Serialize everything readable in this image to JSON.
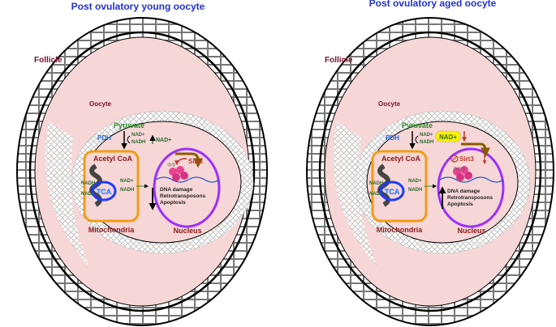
{
  "panels": {
    "young": {
      "title": "Post ovulatory young oocyte",
      "follicle": "Follicle",
      "oocyte": "Oocyte",
      "pyruvate": "Pyruvate",
      "pdh": "PDH",
      "nad_plus": "NAD+",
      "nadh": "NADH",
      "acetyl_coa": "Acetyl CoA",
      "tca": "TCA",
      "mitochondria": "Mitochondria",
      "nucleus": "Nucleus",
      "sirt3": "Sirt3",
      "effects": [
        "DNA damage",
        "Retrotransposons",
        "Apoptosis"
      ]
    },
    "aged": {
      "title": "Post ovulatory aged oocyte",
      "follicle": "Follicle",
      "oocyte": "Oocyte",
      "pyruvate": "Pyruvate",
      "pdh": "PDH",
      "nad_plus": "NAD+",
      "nadh": "NADH",
      "acetyl_coa": "Acetyl CoA",
      "tca": "TCA",
      "mitochondria": "Mitochondria",
      "nucleus": "Nucleus",
      "sirt3": "Sirt3",
      "effects": [
        "DNA damage",
        "Retrotransposons",
        "Apoptosis"
      ]
    }
  },
  "colors": {
    "title": "#2233cc",
    "follicle_label": "#7a1030",
    "oocyte_fill": "#f6d6d6",
    "pdh": "#1e66e0",
    "pyruvate": "#2a8a2a",
    "acetyl_coa": "#8a1a1a",
    "mito_border": "#f39c12",
    "nucleus_border": "#9b30ff",
    "sirt3": "#c0392b",
    "nad_highlight": "#fff200",
    "tca": "#3ab0ff"
  },
  "arrows": {
    "young": {
      "nad_level": "up",
      "effects_level": "down"
    },
    "aged": {
      "nad_level": "down",
      "effects_level": "up"
    }
  }
}
